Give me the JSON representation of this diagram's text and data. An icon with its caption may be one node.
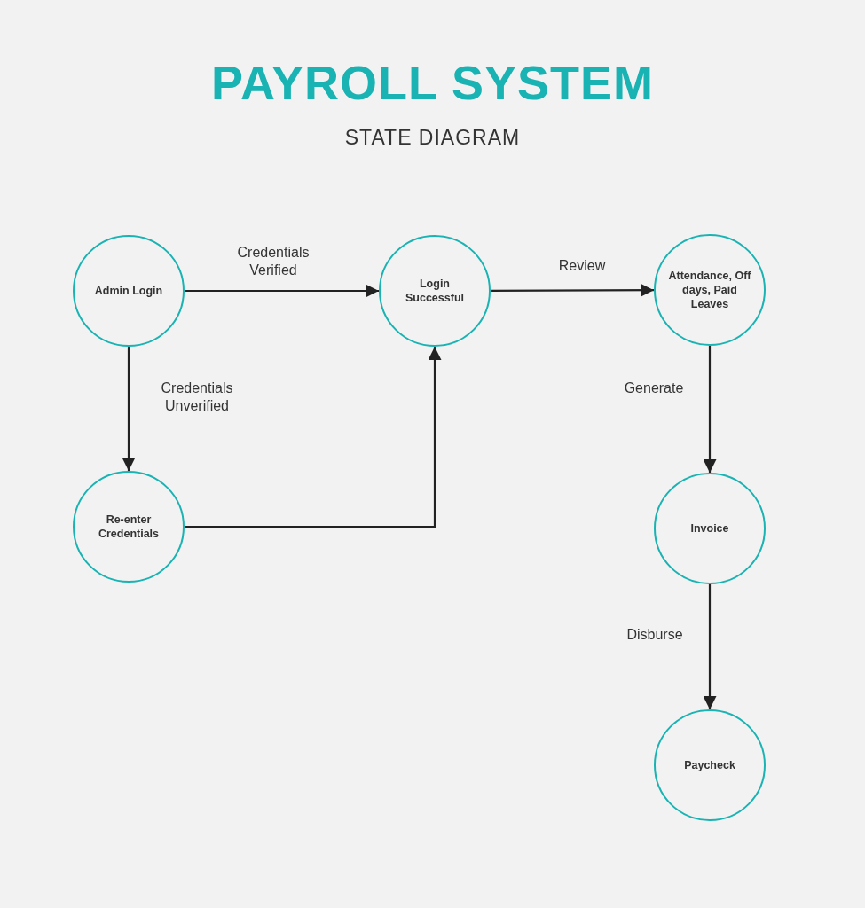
{
  "diagram": {
    "title": "PAYROLL SYSTEM",
    "caption": "STATE DIAGRAM",
    "nodes": [
      {
        "text": [
          "Admin Login"
        ]
      },
      {
        "text": [
          "Login Successful"
        ]
      },
      {
        "text": [
          "Attendance, Off days, Paid Leaves"
        ]
      },
      {
        "text": [
          "Re-enter Credentials"
        ]
      },
      {
        "text": [
          "Invoice"
        ]
      },
      {
        "text": [
          "Paycheck"
        ]
      }
    ],
    "edges": [
      {
        "from": 0,
        "to": 1,
        "arrow": "to",
        "label": "Credentials Verified"
      },
      {
        "from": 1,
        "to": 2,
        "arrow": "to",
        "label": "Review"
      },
      {
        "from": 0,
        "to": 3,
        "arrow": "to",
        "label": "Credentials Unverified"
      },
      {
        "from": 3,
        "to": 1,
        "arrow": "to"
      },
      {
        "from": 2,
        "to": 4,
        "arrow": "to",
        "label": "Generate"
      },
      {
        "from": 4,
        "to": 5,
        "arrow": "to",
        "label": "Disburse"
      }
    ]
  }
}
